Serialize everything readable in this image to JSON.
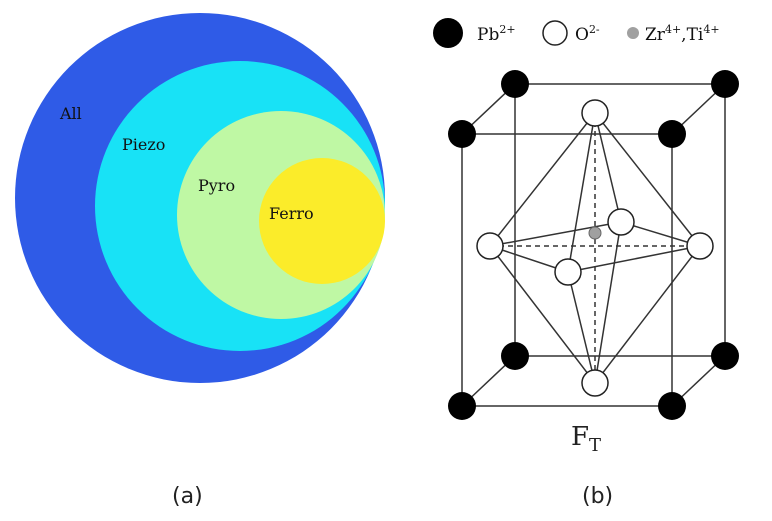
{
  "venn": {
    "all": {
      "label": "All",
      "color": "#2f5be7"
    },
    "piezo": {
      "label": "Piezo",
      "color": "#18e2f6"
    },
    "pyro": {
      "label": "Pyro",
      "color": "#bff8a4"
    },
    "ferro": {
      "label": "Ferro",
      "color": "#fbec2a"
    },
    "caption": "(a)"
  },
  "lattice": {
    "legend": {
      "pb": {
        "base": "Pb",
        "charge": "2+"
      },
      "o": {
        "base": "O",
        "charge": "2-"
      },
      "zr": {
        "base": "Zr",
        "charge": "4+"
      },
      "sep": ",",
      "ti": {
        "base": "Ti",
        "charge": "4+"
      }
    },
    "label_main": "F",
    "label_sub": "T",
    "caption": "(b)",
    "colors": {
      "pb": "#000000",
      "o": "#ffffff",
      "zrti": "#a0a0a0"
    }
  }
}
